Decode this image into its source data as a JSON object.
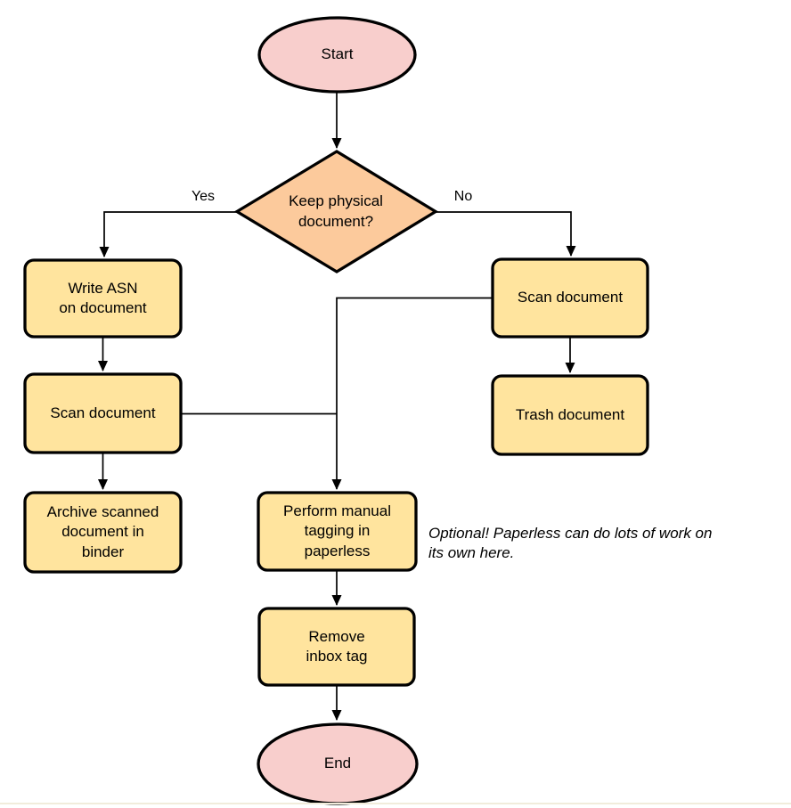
{
  "diagram": {
    "type": "flowchart",
    "nodes": {
      "start": {
        "label": "Start",
        "shape": "terminator"
      },
      "decision": {
        "label": "Keep physical\ndocument?",
        "shape": "decision"
      },
      "write_asn": {
        "label": "Write ASN\non document",
        "shape": "process"
      },
      "scan_left": {
        "label": "Scan document",
        "shape": "process"
      },
      "archive": {
        "label": "Archive scanned\ndocument in\nbinder",
        "shape": "process"
      },
      "scan_right": {
        "label": "Scan document",
        "shape": "process"
      },
      "trash": {
        "label": "Trash document",
        "shape": "process"
      },
      "tagging": {
        "label": "Perform manual\ntagging in\npaperless",
        "shape": "process"
      },
      "remove_inbox": {
        "label": "Remove\ninbox tag",
        "shape": "process"
      },
      "end": {
        "label": "End",
        "shape": "terminator"
      }
    },
    "edge_labels": {
      "yes": "Yes",
      "no": "No"
    },
    "edges": [
      {
        "from": "start",
        "to": "decision",
        "label": ""
      },
      {
        "from": "decision",
        "to": "write_asn",
        "label": "Yes"
      },
      {
        "from": "decision",
        "to": "scan_right",
        "label": "No"
      },
      {
        "from": "write_asn",
        "to": "scan_left",
        "label": ""
      },
      {
        "from": "scan_left",
        "to": "archive",
        "label": ""
      },
      {
        "from": "scan_right",
        "to": "trash",
        "label": ""
      },
      {
        "from": "scan_right",
        "to": "tagging",
        "label": ""
      },
      {
        "from": "scan_left",
        "to": "tagging",
        "label": ""
      },
      {
        "from": "tagging",
        "to": "remove_inbox",
        "label": ""
      },
      {
        "from": "remove_inbox",
        "to": "end",
        "label": ""
      }
    ],
    "note": "Optional! Paperless can do lots of work on\nits own here.",
    "colors": {
      "terminator_fill": "#F8CECC",
      "decision_fill": "#FCCA9C",
      "process_fill": "#FFE49E",
      "stroke": "#000000",
      "text": "#000000"
    }
  }
}
